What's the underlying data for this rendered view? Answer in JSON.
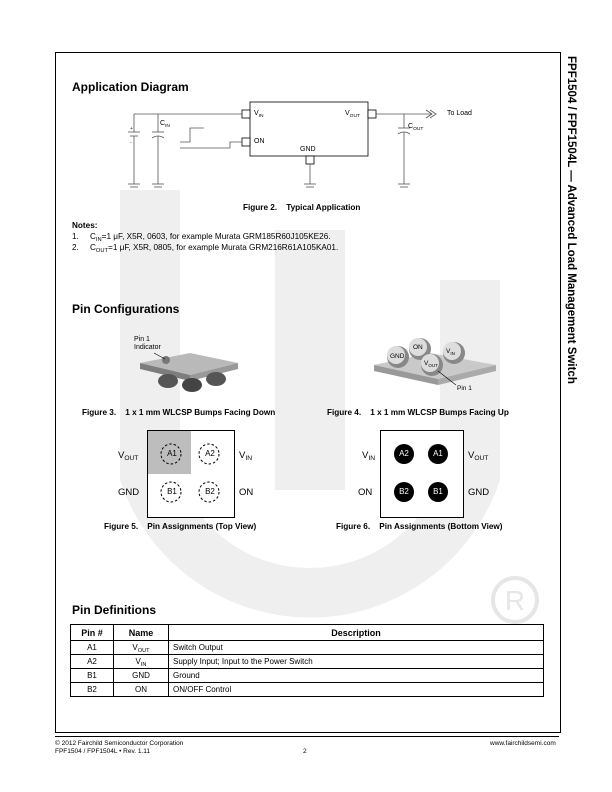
{
  "side_title": "FPF1504 / FPF1504L — Advanced Load Management Switch",
  "sections": {
    "application_diagram": "Application Diagram",
    "pin_configurations": "Pin Configurations",
    "pin_definitions": "Pin Definitions"
  },
  "app_diagram": {
    "cin_label": "C",
    "cin_sub": "IN",
    "vin_label": "V",
    "vin_sub": "IN",
    "vout_label": "V",
    "vout_sub": "OUT",
    "on_label": "ON",
    "gnd_label": "GND",
    "cout_label": "C",
    "cout_sub": "OUT",
    "to_load": "To Load",
    "plus": "+",
    "minus": "-"
  },
  "figure2": {
    "num": "Figure 2.",
    "title": "Typical Application"
  },
  "notes": {
    "heading": "Notes:",
    "items": [
      {
        "num": "1.",
        "c": "C",
        "sub": "IN",
        "text": "=1 μF, X5R, 0603, for example Murata GRM185R60J105KE26."
      },
      {
        "num": "2.",
        "c": "C",
        "sub": "OUT",
        "text": "=1 μF, X5R, 0805, for example Murata GRM216R61A105KA01."
      }
    ]
  },
  "figure3": {
    "num": "Figure 3.",
    "title": "1 x 1 mm WLCSP Bumps Facing Down",
    "indicator_line1": "Pin 1",
    "indicator_line2": "Indicator"
  },
  "figure4": {
    "num": "Figure 4.",
    "title": "1 x 1 mm WLCSP Bumps Facing Up",
    "bumps": [
      "GND",
      "ON",
      "V",
      "V"
    ],
    "bump_subs": [
      "",
      "",
      "IN",
      "OUT"
    ],
    "pin1": "Pin 1"
  },
  "figure5": {
    "num": "Figure 5.",
    "title": "Pin Assignments (Top View)",
    "left_top": "V",
    "left_top_sub": "OUT",
    "left_bottom": "GND",
    "right_top": "V",
    "right_top_sub": "IN",
    "right_bottom": "ON",
    "balls": [
      "A1",
      "A2",
      "B1",
      "B2"
    ]
  },
  "figure6": {
    "num": "Figure 6.",
    "title": "Pin Assignments (Bottom View)",
    "left_top": "V",
    "left_top_sub": "IN",
    "left_bottom": "ON",
    "right_top": "V",
    "right_top_sub": "OUT",
    "right_bottom": "GND",
    "balls": [
      "A2",
      "A1",
      "B2",
      "B1"
    ]
  },
  "pin_table": {
    "headers": [
      "Pin #",
      "Name",
      "Description"
    ],
    "rows": [
      {
        "pin": "A1",
        "name": "V",
        "name_sub": "OUT",
        "desc": "Switch Output"
      },
      {
        "pin": "A2",
        "name": "V",
        "name_sub": "IN",
        "desc": "Supply Input; Input to the Power Switch"
      },
      {
        "pin": "B1",
        "name": "GND",
        "name_sub": "",
        "desc": "Ground"
      },
      {
        "pin": "B2",
        "name": "ON",
        "name_sub": "",
        "desc": "ON/OFF Control"
      }
    ]
  },
  "footer": {
    "copyright": "© 2012 Fairchild Semiconductor Corporation",
    "part": "FPF1504 / FPF1504L  •  Rev. 1.11",
    "page": "2",
    "url": "www.fairchildsemi.com"
  },
  "colors": {
    "watermark": "#eeeeee",
    "chip_top": "#b9b9b9",
    "chip_side": "#7d7d7d",
    "pin1_fill": "#bdbdbd"
  }
}
